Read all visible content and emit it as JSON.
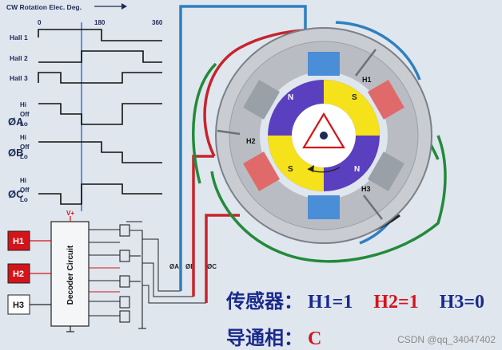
{
  "timing": {
    "title": "CW Rotation Elec. Deg.",
    "ticks": [
      "0",
      "180",
      "360"
    ],
    "signals": [
      "Hall 1",
      "Hall 2",
      "Hall 3"
    ],
    "phases": [
      {
        "name": "ØA",
        "levels": [
          "Hi",
          "Off",
          "Lo"
        ]
      },
      {
        "name": "ØB",
        "levels": [
          "Hi",
          "Off",
          "Lo"
        ]
      },
      {
        "name": "ØC",
        "levels": [
          "Hi",
          "Off",
          "Lo"
        ]
      }
    ]
  },
  "circuit": {
    "decoder_label": "Decoder Circuit",
    "supply_label": "V+",
    "inputs": [
      "H1",
      "H2",
      "H3"
    ],
    "outputs": [
      "ØA",
      "ØB",
      "ØC"
    ]
  },
  "motor": {
    "sensors": [
      "H1",
      "H2",
      "H3"
    ],
    "poles": [
      "N",
      "S",
      "N",
      "S"
    ]
  },
  "caption": {
    "sensor_prefix": "传感器：",
    "h1": "H1=1",
    "h2": "H2=1",
    "h3": "H3=0",
    "phase_prefix": "导通相：",
    "phase_value": "C"
  },
  "watermark": "CSDN @qq_34047402",
  "colors": {
    "active_input": "#d4141b",
    "phase_a": "#2f7fc0",
    "phase_b": "#c8232c",
    "phase_c": "#238a3a",
    "rotor_yellow": "#f6e21a",
    "rotor_purple": "#5a3fbf"
  }
}
